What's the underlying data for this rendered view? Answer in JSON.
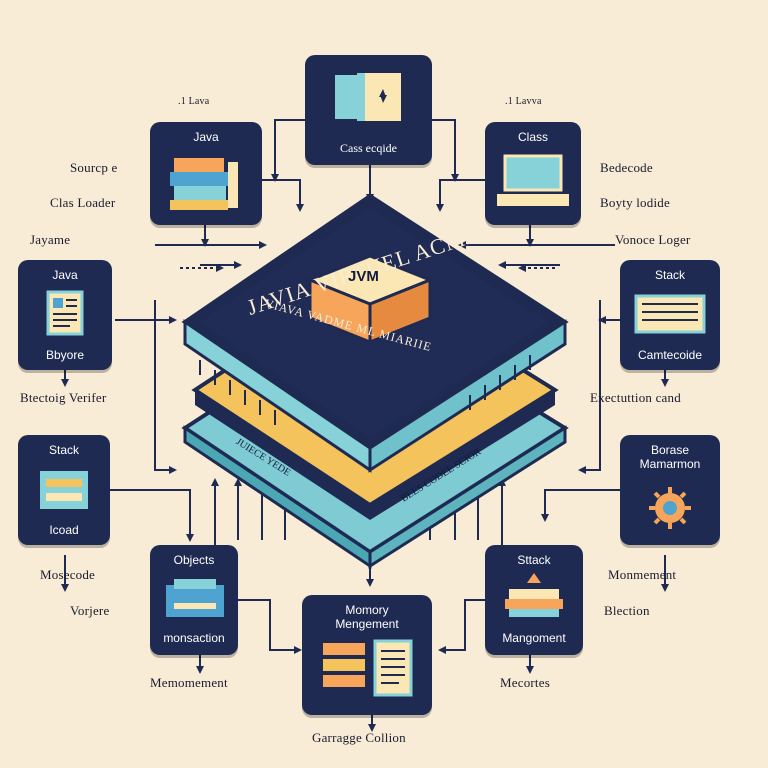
{
  "labels": {
    "left_top_small": ".1 Lava",
    "right_top_small": ".1 Lavva",
    "source_code": "Sourcp e",
    "class_loader": "Clas Loader",
    "javame": "Jayame",
    "bytecode_verifier": "Btectoig Verifer",
    "mosecode": "Mosecode",
    "vorjere": "Vorjere",
    "memomement": "Memomement",
    "bedecode": "Bedecode",
    "boyty_lodide": "Boyty lodide",
    "vonoce_loger": "Vonoce Loger",
    "execution_cand": "Exectuttion cand",
    "monmement": "Monmement",
    "blection": "Blection",
    "mecortes": "Mecortes",
    "garbage_collion": "Garragge Collion"
  },
  "nodes": {
    "top_center": {
      "label": "Cass ecqide"
    },
    "java_source": {
      "label": "Java"
    },
    "class": {
      "label": "Class"
    },
    "java_left": {
      "title": "Java",
      "label": "Bbyore"
    },
    "stack_right": {
      "title": "Stack",
      "label": "Camtecoide"
    },
    "stack_left": {
      "title": "Stack",
      "label": "Icoad"
    },
    "borase": {
      "title": "Borase",
      "label": "Mamarmon"
    },
    "objects": {
      "title": "Objects",
      "label": "monsaction"
    },
    "stack_bottom_right": {
      "title": "Sttack",
      "label": "Mangoment"
    },
    "memory": {
      "title": "Momory",
      "label": "Mengement"
    }
  },
  "jvm": {
    "title": "JAVIA VIRTUEL ACME",
    "badge": "JVM",
    "subtitle": "VIAVA VADME ML MIARIIE",
    "layer_left": "JUIECE YEDE",
    "layer_right": "BLES CODEE SCIOR"
  },
  "colors": {
    "background": "#f8ecd6",
    "node": "#1f2a52",
    "arrow": "#1f2a52",
    "platform_teal": "#86d2d8",
    "platform_yellow": "#f5c35b",
    "badge_orange": "#f6a55b"
  }
}
